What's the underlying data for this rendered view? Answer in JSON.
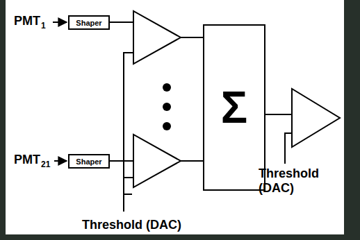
{
  "diagram": {
    "nodes": [
      {
        "text": [
          "Shaper"
        ]
      },
      {
        "text": [
          "Shaper"
        ]
      },
      {
        "text": [
          "Σ"
        ]
      }
    ],
    "labels": [
      "PMT",
      "1",
      "PMT",
      "21",
      "Threshold (DAC)",
      "Threshold (DAC)"
    ]
  }
}
